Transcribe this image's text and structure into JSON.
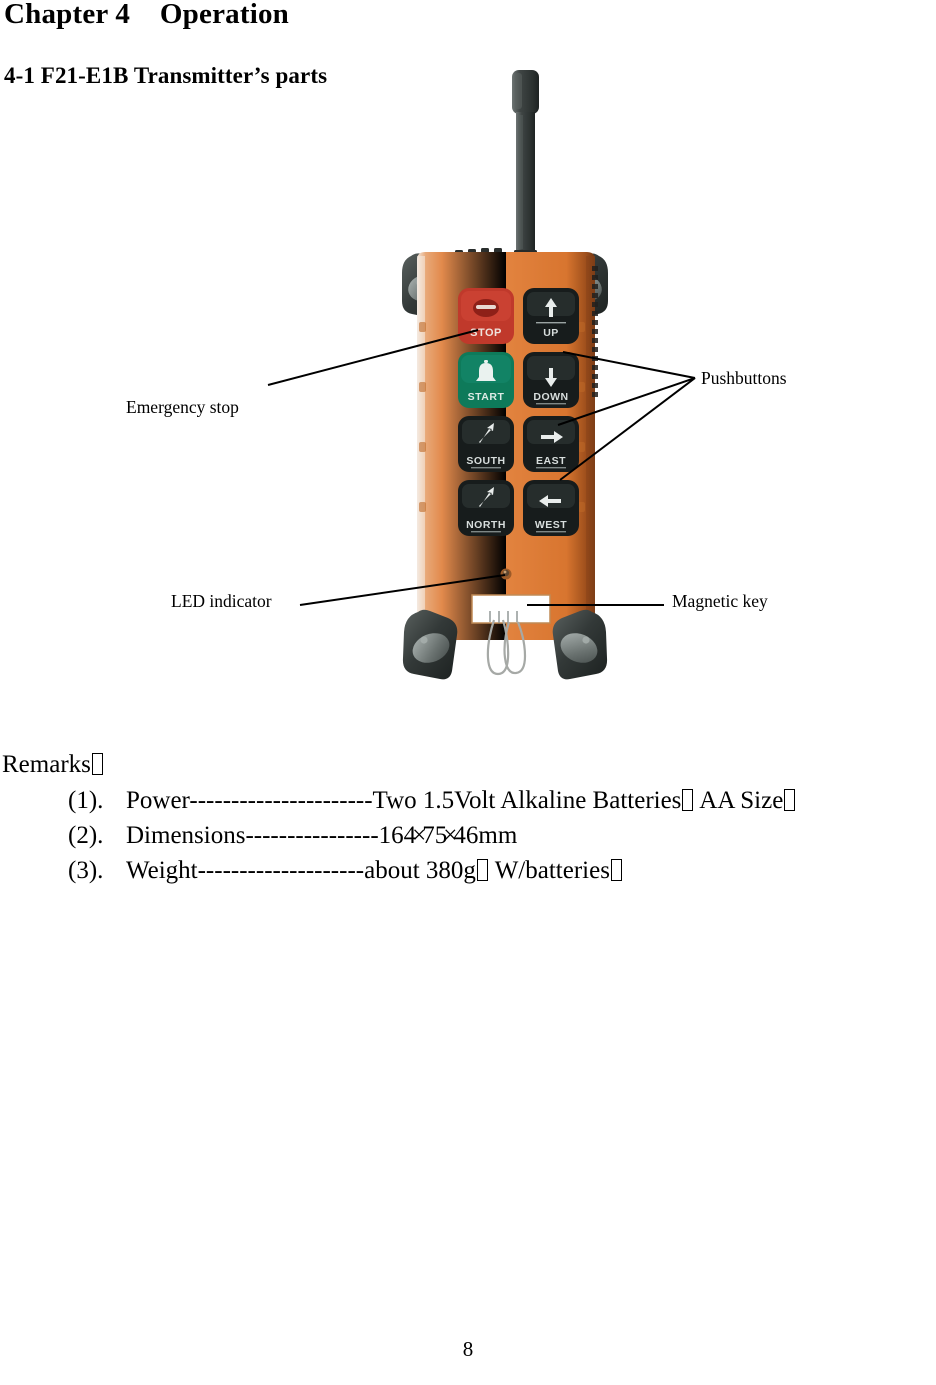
{
  "document": {
    "chapter_title": "Chapter 4    Operation",
    "section_title": "4-1 F21-E1B Transmitter’s parts",
    "page_number": "8"
  },
  "figure": {
    "callouts": {
      "emergency_stop": "Emergency stop",
      "pushbuttons": "Pushbuttons",
      "led_indicator": "LED indicator",
      "magnetic_key": "Magnetic key"
    },
    "device": {
      "model": "F21-E1B",
      "body_color": "#E08040",
      "body_shadow_color": "#B85F28",
      "bumper_color": "#3A3F3E",
      "antenna_color": "#3C4242",
      "stop_button_color": "#C0392B",
      "start_button_color": "#0E7A5A",
      "button_dark_color": "#171C1C",
      "magnetic_key_color": "#FFFFFF",
      "buttons": [
        {
          "label": "STOP",
          "icon": "mushroom-stop-icon",
          "color": "#C0392B"
        },
        {
          "label": "UP",
          "icon": "arrow-up-icon",
          "color": "#171C1C"
        },
        {
          "label": "START",
          "icon": "bell-icon",
          "color": "#0E7A5A"
        },
        {
          "label": "DOWN",
          "icon": "arrow-down-icon",
          "color": "#171C1C"
        },
        {
          "label": "SOUTH",
          "icon": "arrow-up-left-icon",
          "color": "#171C1C"
        },
        {
          "label": "EAST",
          "icon": "arrow-right-icon",
          "color": "#171C1C"
        },
        {
          "label": "NORTH",
          "icon": "arrow-up-right-icon",
          "color": "#171C1C"
        },
        {
          "label": "WEST",
          "icon": "arrow-left-icon",
          "color": "#171C1C"
        }
      ]
    }
  },
  "remarks": {
    "heading": "Remarks",
    "items": [
      {
        "number": "(1).",
        "term": "Power",
        "dashes": "----------------------",
        "value_before": "Two 1.5Volt Alkaline Batteries",
        "value_after": " AA Size"
      },
      {
        "number": "(2).",
        "term": "Dimensions",
        "dashes": "----------------",
        "value": "164×75×46mm",
        "dim_length": "164",
        "dim_width": "75",
        "dim_height": "46",
        "dim_unit": "mm"
      },
      {
        "number": "(3).",
        "term": "Weight",
        "dashes": "--------------------",
        "value_before": "about 380g",
        "value_after": " W/batteries"
      }
    ]
  }
}
